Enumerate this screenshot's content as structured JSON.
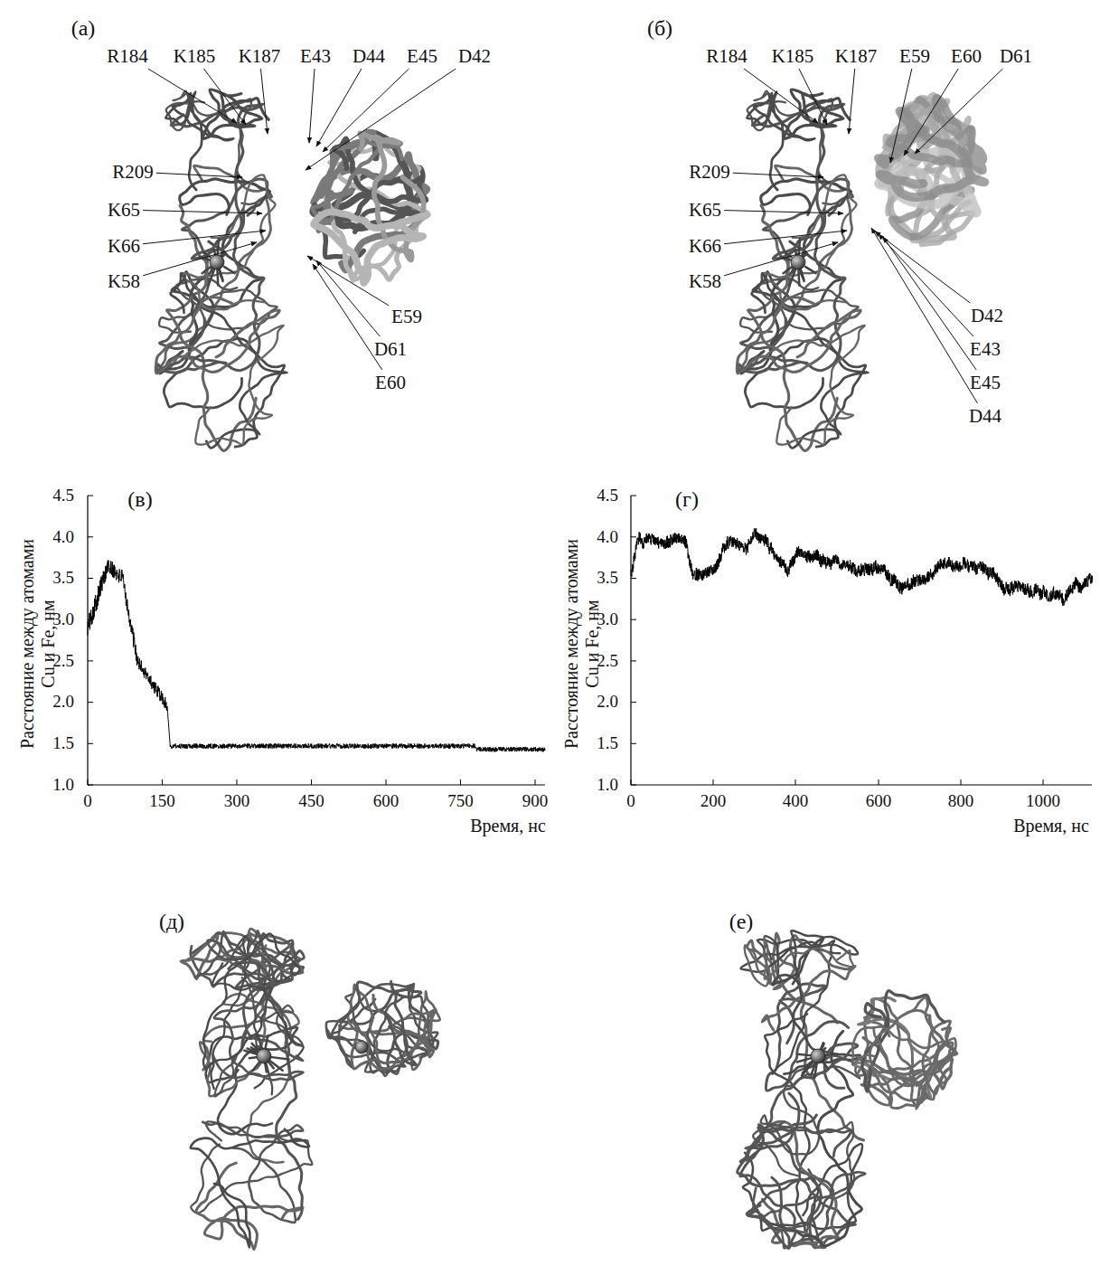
{
  "diagram": {
    "labels": [
      "(а)",
      "R184",
      "K185",
      "K187",
      "E43",
      "D44",
      "E45",
      "D42",
      "R209",
      "K65",
      "K66",
      "K58",
      "E59",
      "D61",
      "E60",
      "(б)",
      "R184",
      "K185",
      "K187",
      "E59",
      "E60",
      "D61",
      "R209",
      "K65",
      "K66",
      "K58",
      "D42",
      "E43",
      "E45",
      "D44",
      "(в)",
      "Расстояние между атомами",
      "Cu и Fe, нм",
      "4.5",
      "4.0",
      "3.5",
      "3.0",
      "2.5",
      "2.0",
      "1.5",
      "1.0",
      "0",
      "150",
      "300",
      "450",
      "600",
      "750",
      "900",
      "Время, нс",
      "(г)",
      "Расстояние между атомами",
      "Cu и Fe, нм",
      "4.5",
      "4.0",
      "3.5",
      "3.0",
      "2.5",
      "2.0",
      "1.5",
      "1.0",
      "0",
      "200",
      "400",
      "600",
      "800",
      "1000",
      "Время, нс",
      "(д)",
      "(е)"
    ]
  }
}
